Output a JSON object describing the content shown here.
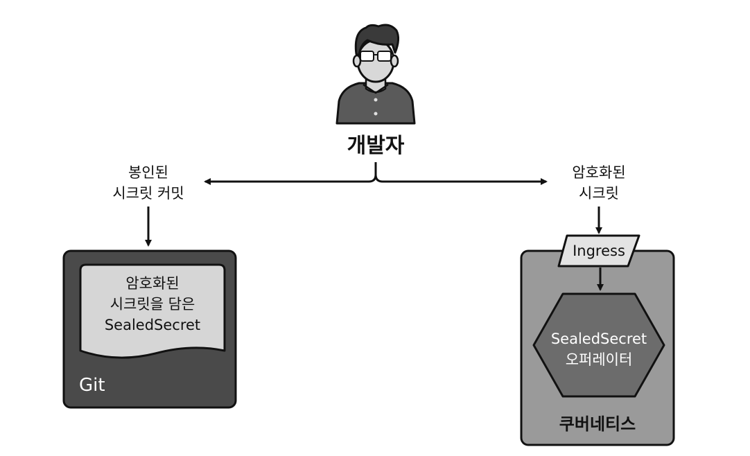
{
  "developer": {
    "label": "개발자"
  },
  "left_edge": {
    "line1": "봉인된",
    "line2": "시크릿 커밋"
  },
  "right_edge": {
    "line1": "암호화된",
    "line2": "시크릿"
  },
  "git_box": {
    "label": "Git",
    "document": {
      "line1": "암호화된",
      "line2": "시크릿을 담은",
      "line3": "SealedSecret"
    }
  },
  "kubernetes_box": {
    "label": "쿠버네티스",
    "ingress": "Ingress",
    "operator": {
      "line1": "SealedSecret",
      "line2": "오퍼레이터"
    }
  },
  "colors": {
    "git_box": "#4a4a4a",
    "kubernetes_box": "#9a9a9a",
    "document": "#d6d6d6",
    "ingress": "#e3e3e3",
    "operator": "#6c6c6c"
  }
}
